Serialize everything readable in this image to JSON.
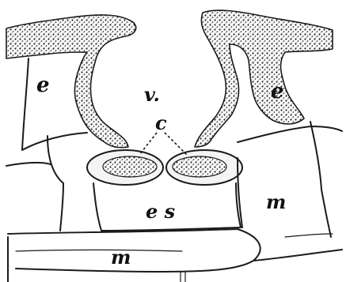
{
  "labels": {
    "vestibule": "v.",
    "guard_cells": "c",
    "epidermis_left": "e",
    "epidermis_right": "e",
    "subsidiary": "e s",
    "mesophyll_right": "m",
    "mesophyll_bottom": "m"
  },
  "colors": {
    "ink": "#1a1a1a",
    "background": "#ffffff"
  }
}
